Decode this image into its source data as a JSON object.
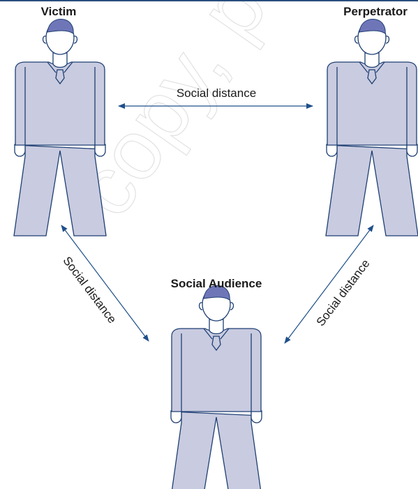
{
  "diagram": {
    "watermark_text": "copy, p",
    "actors": {
      "victim": {
        "label": "Victim"
      },
      "perpetrator": {
        "label": "Perpetrator"
      },
      "audience": {
        "label": "Social Audience"
      }
    },
    "relations": {
      "victim_perpetrator": {
        "label": "Social distance"
      },
      "victim_audience": {
        "label": "Social distance"
      },
      "perpetrator_audience": {
        "label": "Social distance"
      }
    }
  }
}
